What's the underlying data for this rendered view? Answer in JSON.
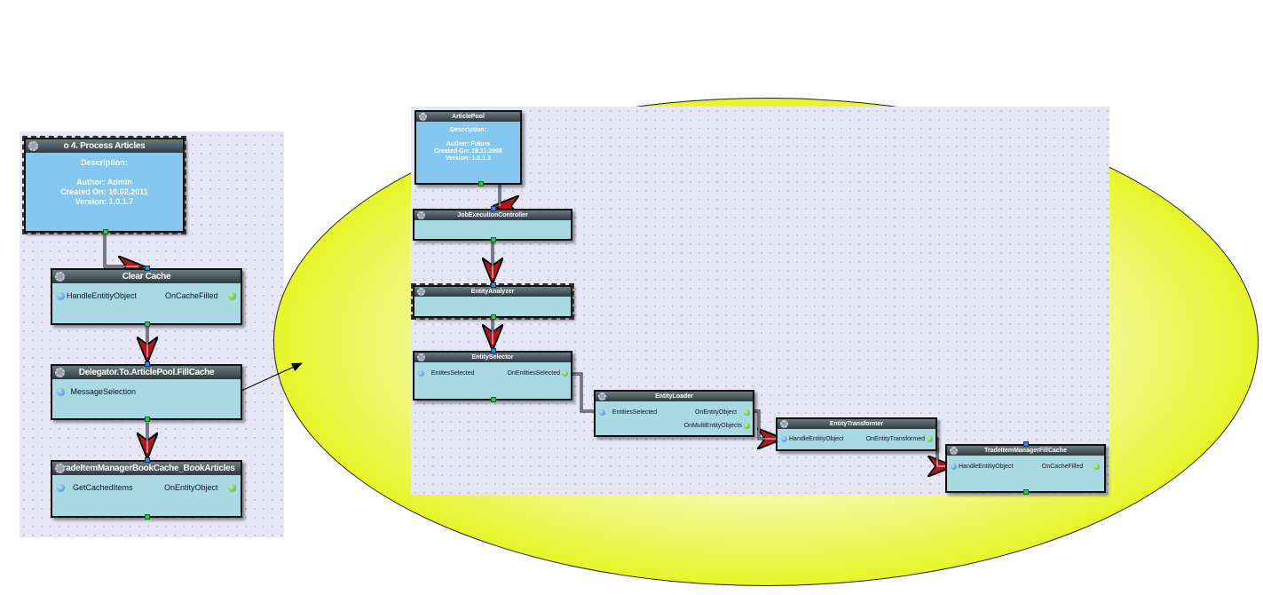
{
  "left": {
    "process": {
      "title": "o 4. Process Articles",
      "desc": "Description:",
      "author": "Author: Admin",
      "created": "Created On: 10.02.2011",
      "version": "Version: 1.0.1.7"
    },
    "clear_cache": {
      "title": "Clear Cache",
      "in": "HandleEntitiyObject",
      "out": "OnCacheFilled"
    },
    "delegator": {
      "title": "Delegator.To.ArticlePool.FillCache",
      "in": "MessageSelection"
    },
    "bookcache": {
      "title": "TradeItemManagerBookCache_BookArticles",
      "in": "GetCachedItems",
      "out": "OnEntityObject"
    }
  },
  "right": {
    "article_pool": {
      "title": "ArticlePool",
      "desc": "Description:",
      "author": "Author: Futura",
      "created": "Created On: 18.11.2008",
      "version": "Version: 1.0.1.3"
    },
    "job": {
      "title": "JobExecutionController"
    },
    "analyzer": {
      "title": "EntityAnalyzer"
    },
    "selector": {
      "title": "EntitySelector",
      "in": "EntitesSelected",
      "out": "OnEntitiesSelected"
    },
    "loader": {
      "title": "EntityLoader",
      "in": "EntitiesSelected",
      "out1": "OnEntityObject",
      "out2": "OnMultiEntityObjects"
    },
    "transformer": {
      "title": "EntityTransformer",
      "in": "HandleEntitiyObject",
      "out": "OnEntityTransformed"
    },
    "fillcache": {
      "title": "TradeItemManagerFillCache",
      "in": "HandleEntitiyObject",
      "out": "OnCacheFilled"
    }
  }
}
